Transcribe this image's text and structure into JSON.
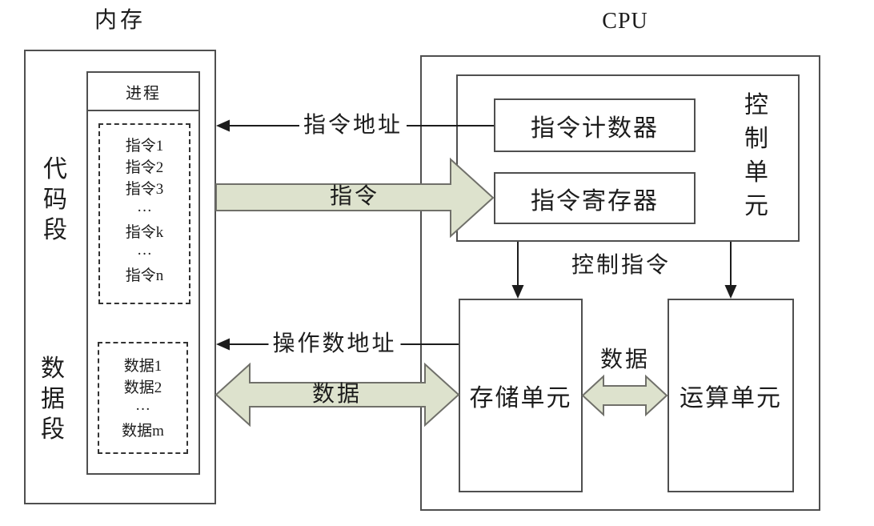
{
  "titles": {
    "memory": "内存",
    "cpu": "CPU"
  },
  "memory": {
    "process": "进程",
    "code_segment": "代码段",
    "data_segment": "数据段",
    "code_items": [
      "指令1",
      "指令2",
      "指令3",
      "···",
      "指令k",
      "···",
      "指令n"
    ],
    "data_items": [
      "数据1",
      "数据2",
      "···",
      "数据m"
    ]
  },
  "cpu": {
    "control_unit": "控制单元",
    "instruction_counter": "指令计数器",
    "instruction_register": "指令寄存器",
    "storage_unit": "存储单元",
    "alu_unit": "运算单元"
  },
  "arrows": {
    "instruction_address": "指令地址",
    "instruction": "指令",
    "control_instruction": "控制指令",
    "operand_address": "操作数地址",
    "data_memory": "数据",
    "data_units": "数据"
  },
  "colors": {
    "block_arrow_fill": "#dde2cd",
    "block_arrow_stroke": "#70706a",
    "line": "#1c1c1c",
    "box_border": "#4f4f4f"
  }
}
